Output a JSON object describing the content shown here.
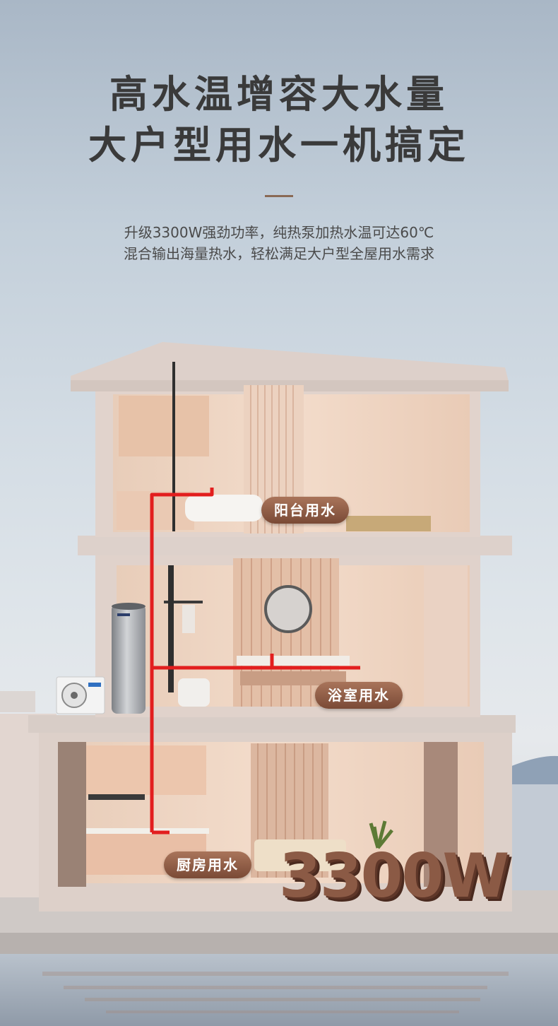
{
  "headline": {
    "line1": "高水温增容大水量",
    "line2": "大户型用水一机搞定"
  },
  "subtitle": {
    "line1": "升级3300W强劲功率，纯热泵加热水温可达60℃",
    "line2": "混合输出海量热水，轻松满足大户型全屋用水需求"
  },
  "labels": {
    "balcony": "阳台用水",
    "bathroom": "浴室用水",
    "kitchen": "厨房用水"
  },
  "power_text": "3300W",
  "colors": {
    "pipe": "#e21e1e",
    "pill": "#8a583f",
    "headline": "#3a3a3a"
  }
}
